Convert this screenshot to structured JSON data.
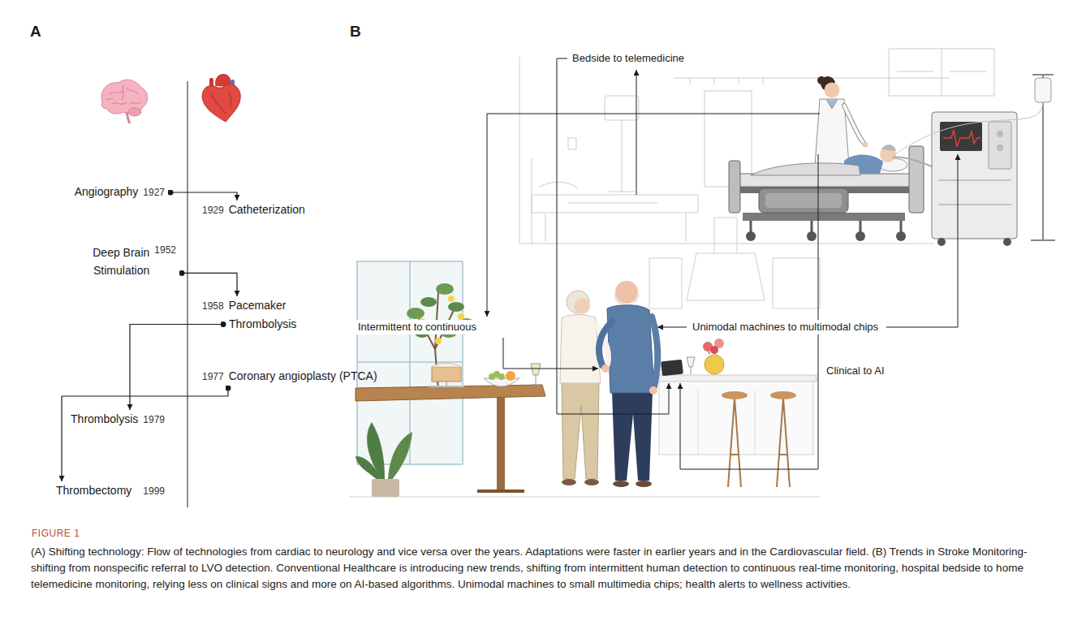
{
  "diagram": {
    "caption": "(A) Shifting technology: Flow of technologies from cardiac to neurology and vice versa over the years. Adaptations were faster in earlier years and in the Cardiovascular field. (B) Trends in Stroke Monitoring-shifting from nonspecific referral to LVO detection. Conventional Healthcare is introducing new trends, shifting from intermittent human detection to continuous real-time monitoring, hospital bedside to home telemedicine monitoring, relying less on clinical signs and more on AI-based algorithms. Unimodal machines to small multimedia chips; health alerts to wellness activities.",
    "nodes": [
      {
        "text": [
          "Angiography",
          "1927"
        ]
      },
      {
        "text": [
          "1929",
          "Catheterization"
        ]
      },
      {
        "text": [
          "Deep Brain Stimulation",
          "1952"
        ]
      },
      {
        "text": [
          "1958",
          "Pacemaker"
        ]
      },
      {
        "text": [
          "Thrombolysis"
        ]
      },
      {
        "text": [
          "1977",
          "Coronary angioplasty (PTCA)"
        ]
      },
      {
        "text": [
          "Thrombolysis",
          "1979"
        ]
      },
      {
        "text": [
          "Thrombectomy",
          "1999"
        ]
      }
    ],
    "edges": [
      {
        "from": 0,
        "to": 1,
        "arrow": "to"
      },
      {
        "from": 2,
        "to": 3,
        "arrow": "to"
      },
      {
        "from": 4,
        "to": 6,
        "arrow": "to"
      },
      {
        "from": 5,
        "to": 7,
        "arrow": "to"
      }
    ],
    "labels": [
      "A",
      "B",
      "Bedside to telemedicine",
      "Intermittent to continuous",
      "Unimodal machines to multimodal chips",
      "Clinical to AI",
      "FIGURE 1"
    ]
  }
}
